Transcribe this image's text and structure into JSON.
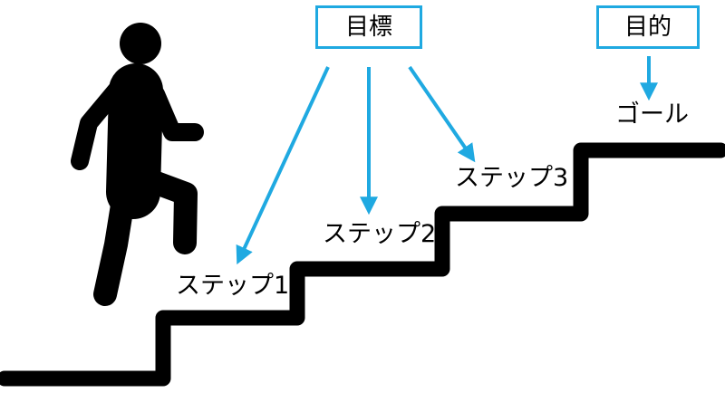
{
  "boxes": {
    "goal": "目標",
    "purpose": "目的"
  },
  "steps": [
    "ステップ1",
    "ステップ2",
    "ステップ3"
  ],
  "end_label": "ゴール",
  "colors": {
    "arrow": "#1fa9e1",
    "box_border": "#1fa9e1",
    "stairs": "#000000",
    "figure": "#000000"
  },
  "icons": {
    "figure": "person-climbing-stairs-icon"
  }
}
